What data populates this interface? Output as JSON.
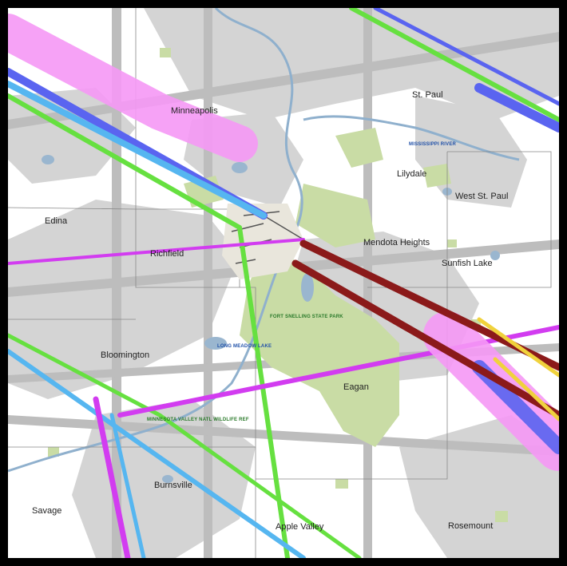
{
  "map": {
    "places": {
      "minneapolis": "Minneapolis",
      "st_paul": "St. Paul",
      "lilydale": "Lilydale",
      "west_st_paul": "West St. Paul",
      "edina": "Edina",
      "richfield": "Richfield",
      "mendota_heights": "Mendota Heights",
      "sunfish_lake": "Sunfish Lake",
      "bloomington": "Bloomington",
      "eagan": "Eagan",
      "burnsville": "Burnsville",
      "savage": "Savage",
      "apple_valley": "Apple Valley",
      "rosemount": "Rosemount"
    },
    "features": {
      "mississippi_river": "MISSISSIPPI RIVER",
      "fort_snelling": "FORT SNELLING STATE PARK",
      "long_meadow_lake": "LONG MEADOW LAKE",
      "minnesota_valley": "MINNESOTA VALLEY NATL WILDLIFE REF"
    },
    "colors": {
      "background": "#ffffff",
      "urban_gray": "#c8c8c8",
      "park_green": "#c9dca5",
      "water_blue": "#9ab6cf",
      "route_green": "#66e040",
      "route_cyan": "#56b6f0",
      "route_magenta": "#d23cf0",
      "route_pink": "#f598f5",
      "route_blue": "#5a64f0",
      "route_darkred": "#8b1a1a",
      "route_yellow": "#f0d23c"
    }
  }
}
